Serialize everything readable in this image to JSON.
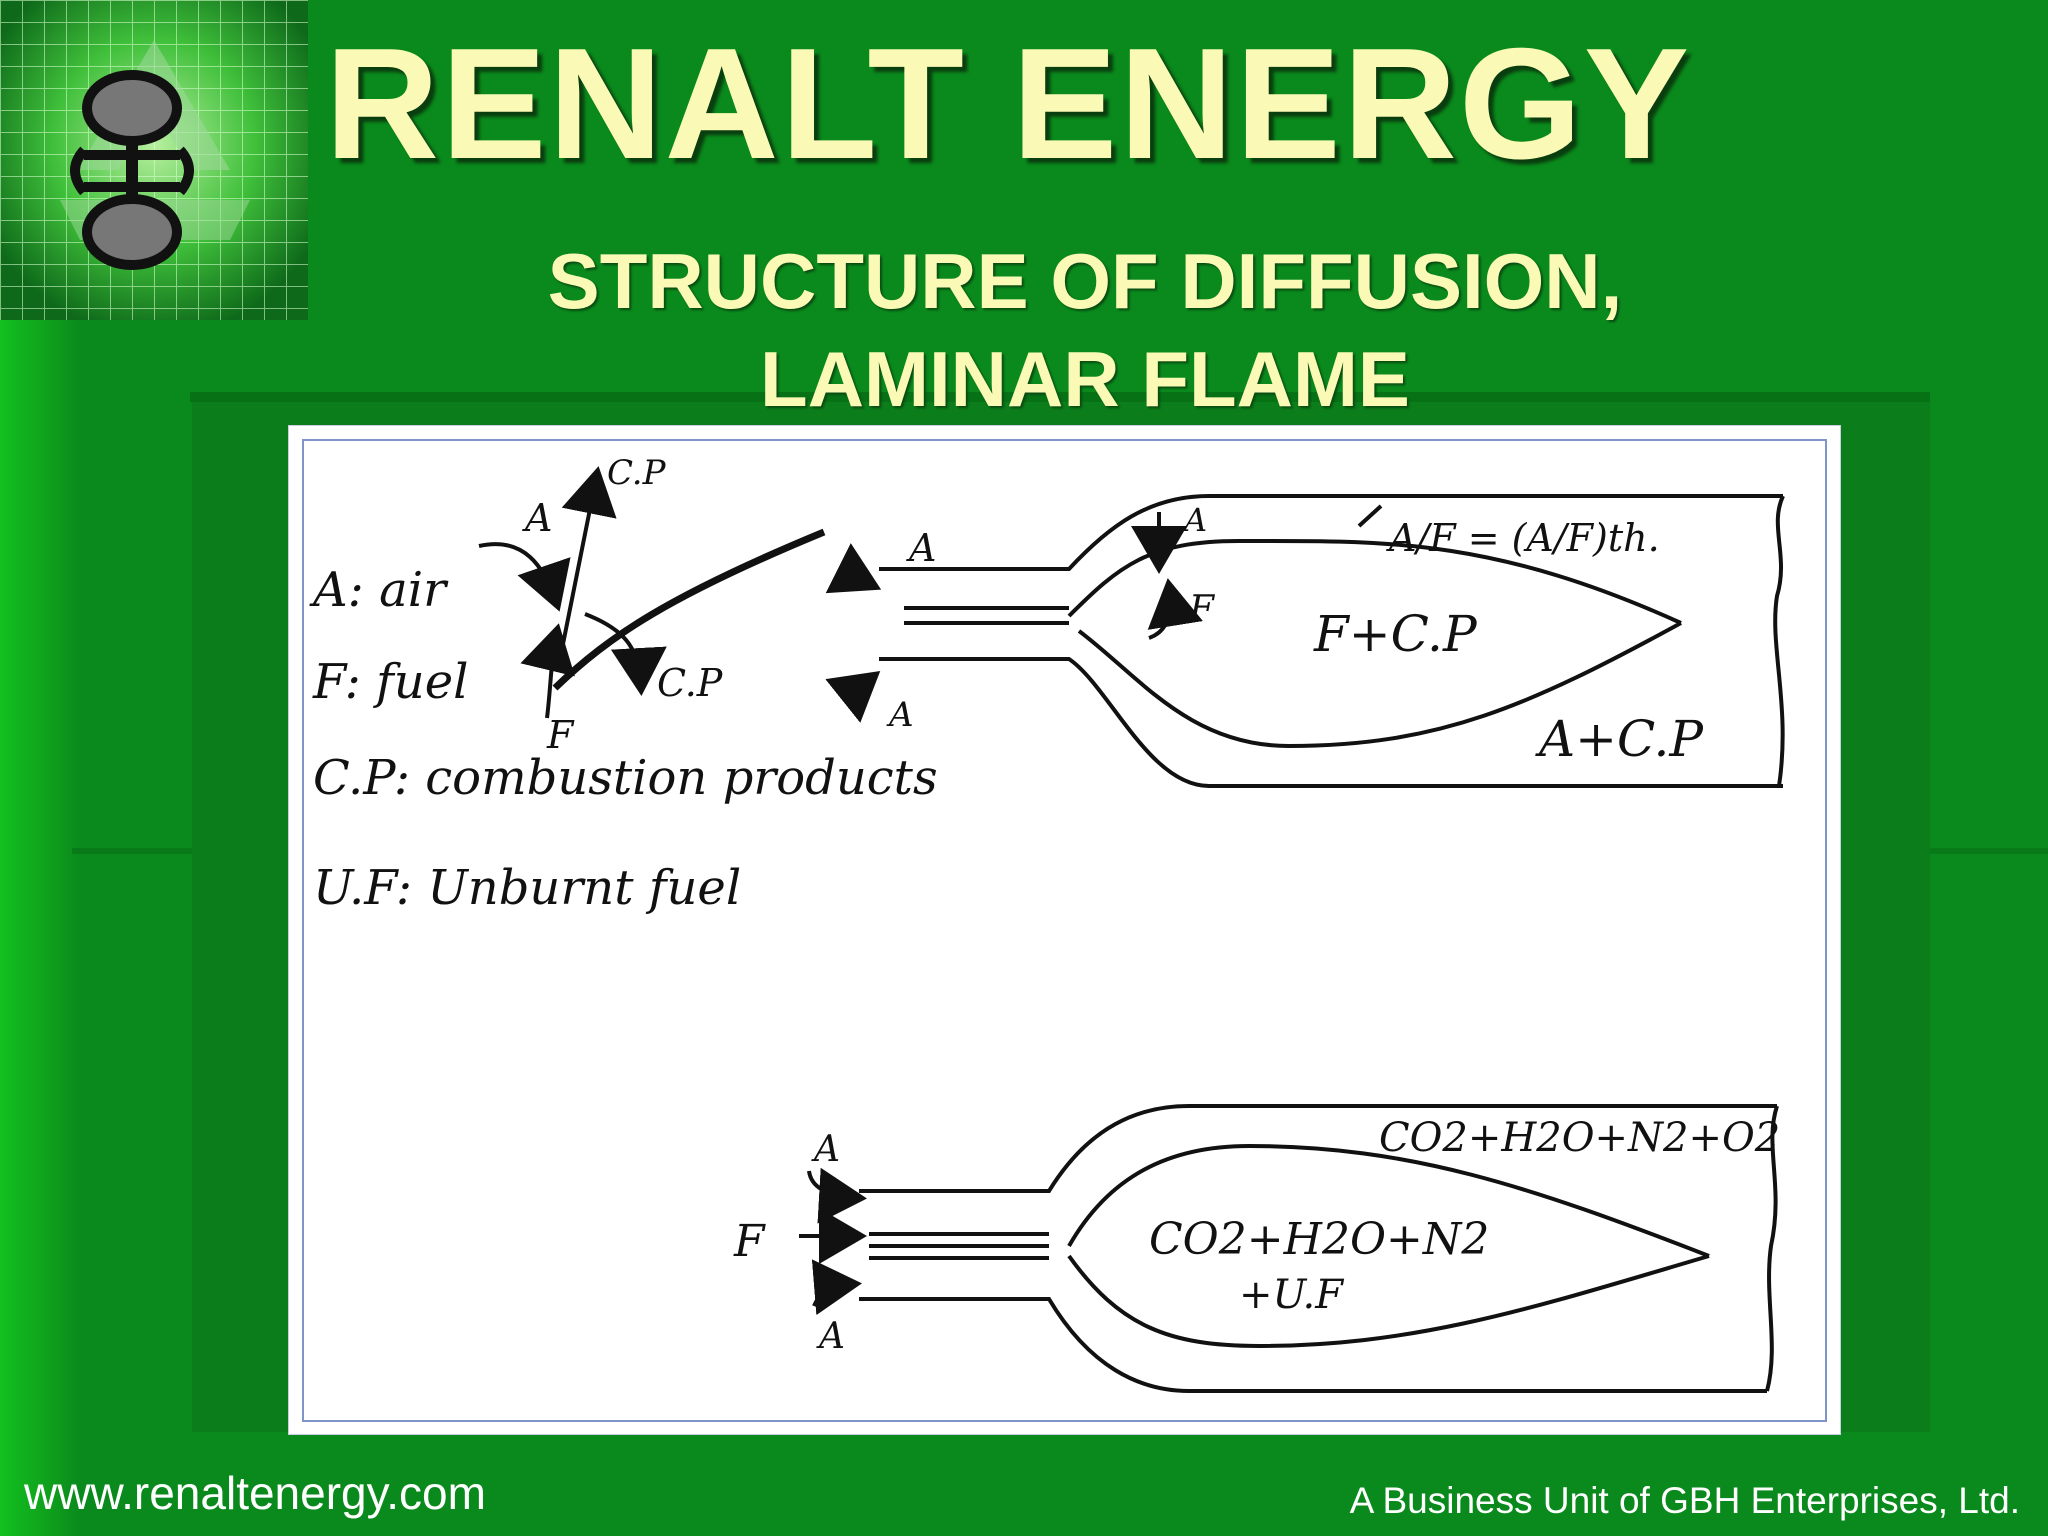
{
  "header": {
    "title": "RENALT ENERGY",
    "subtitle_line1": "STRUCTURE OF DIFFUSION,",
    "subtitle_line2": "LAMINAR FLAME"
  },
  "diagram": {
    "legend": {
      "air": "A: air",
      "fuel": "F: fuel",
      "cp": "C.P: combustion products",
      "uf": "U.F: Unburnt fuel"
    },
    "detail_labels": {
      "air": "A",
      "cp_top": "C.P",
      "cp_right": "C.P",
      "fuel": "F"
    },
    "top_flame": {
      "air_upper": "A",
      "air_lower": "A",
      "air_inner": "A",
      "fuel": "F",
      "ratio": "A/F = (A/F)th.",
      "inner_zone": "F+C.P",
      "outer_zone": "A+C.P"
    },
    "bottom_flame": {
      "air_upper": "A",
      "air_lower": "A",
      "fuel": "F",
      "outer_zone": "CO2+H2O+N2+O2",
      "inner_zone_line1": "CO2+H2O+N2",
      "inner_zone_line2": "+U.F"
    }
  },
  "footer": {
    "website": "www.renaltenergy.com",
    "company": "A Business Unit  of GBH Enterprises, Ltd."
  }
}
